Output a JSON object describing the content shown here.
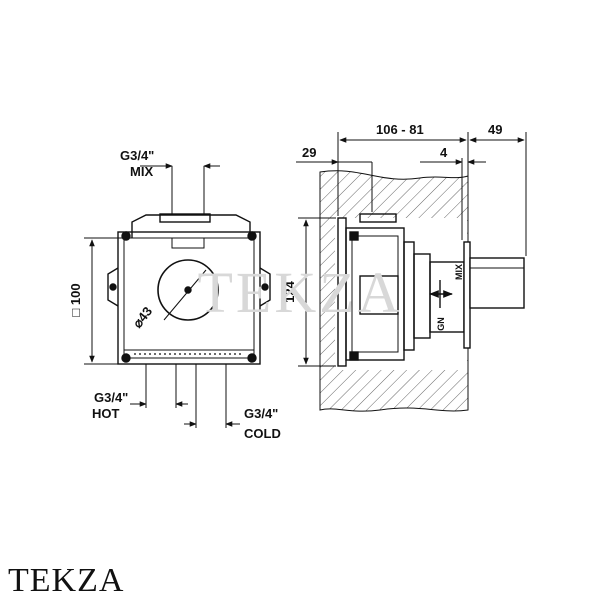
{
  "watermark": "TEKZA",
  "brand_logo": "TEKZA",
  "front_view": {
    "mix_thread": "G3/4\"",
    "mix_label": "MIX",
    "hot_thread": "G3/4\"",
    "hot_label": "HOT",
    "cold_thread": "G3/4\"",
    "cold_label": "COLD",
    "box_size": "□ 100",
    "diameter": "⌀43"
  },
  "side_view": {
    "depth_range": "106 - 81",
    "cover_projection": "49",
    "wall_offset": "29",
    "plate_thickness": "4",
    "height": "124",
    "label_mix": "MIX",
    "label_gn": "GN"
  }
}
